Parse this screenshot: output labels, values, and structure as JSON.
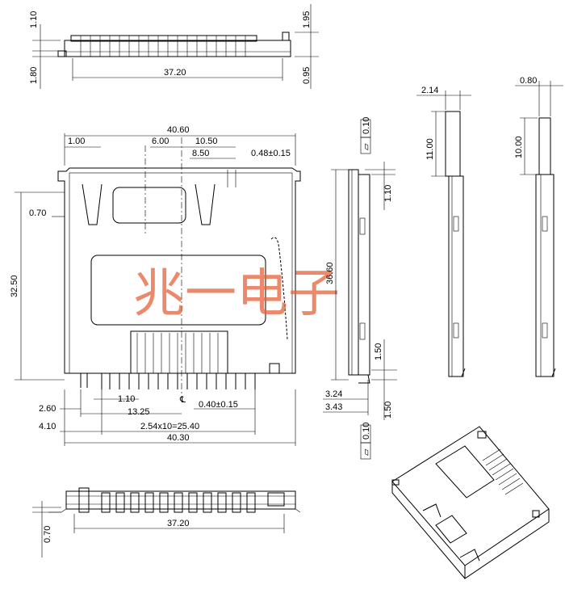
{
  "watermark": "兆一电子",
  "centerline_symbol": "℄",
  "top_view": {
    "dim_height_1": "1.10",
    "dim_height_2": "1.95",
    "dim_base": "1.80",
    "dim_length": "37.20",
    "dim_foot": "0.95"
  },
  "plan_view": {
    "dim_total_width": "40.60",
    "dim_1": "1.00",
    "dim_2": "6.00",
    "dim_3": "10.50",
    "dim_4": "8.50",
    "dim_5": "0.48±0.15",
    "dim_6": "0.70",
    "dim_height": "32.50",
    "dim_7": "2.60",
    "dim_8": "1.10",
    "dim_9": "13.25",
    "dim_10": "0.40±0.15",
    "dim_11": "4.10",
    "dim_pitch": "2.54x10=25.40",
    "dim_bottom_width": "40.30"
  },
  "side_view": {
    "tol_top": "0.10",
    "dim_length": "36.60",
    "dim_1": "1.10",
    "dim_2": "1.50",
    "dim_3": "3.24",
    "dim_4": "3.43",
    "dim_5": "1.50",
    "tol_bottom": "0.10"
  },
  "side_view_2": {
    "dim_width": "2.14",
    "dim_height": "11.00"
  },
  "side_view_3": {
    "dim_width": "0.80",
    "dim_height": "10.00"
  },
  "front_view": {
    "dim_length": "37.20",
    "dim_foot": "0.70"
  }
}
